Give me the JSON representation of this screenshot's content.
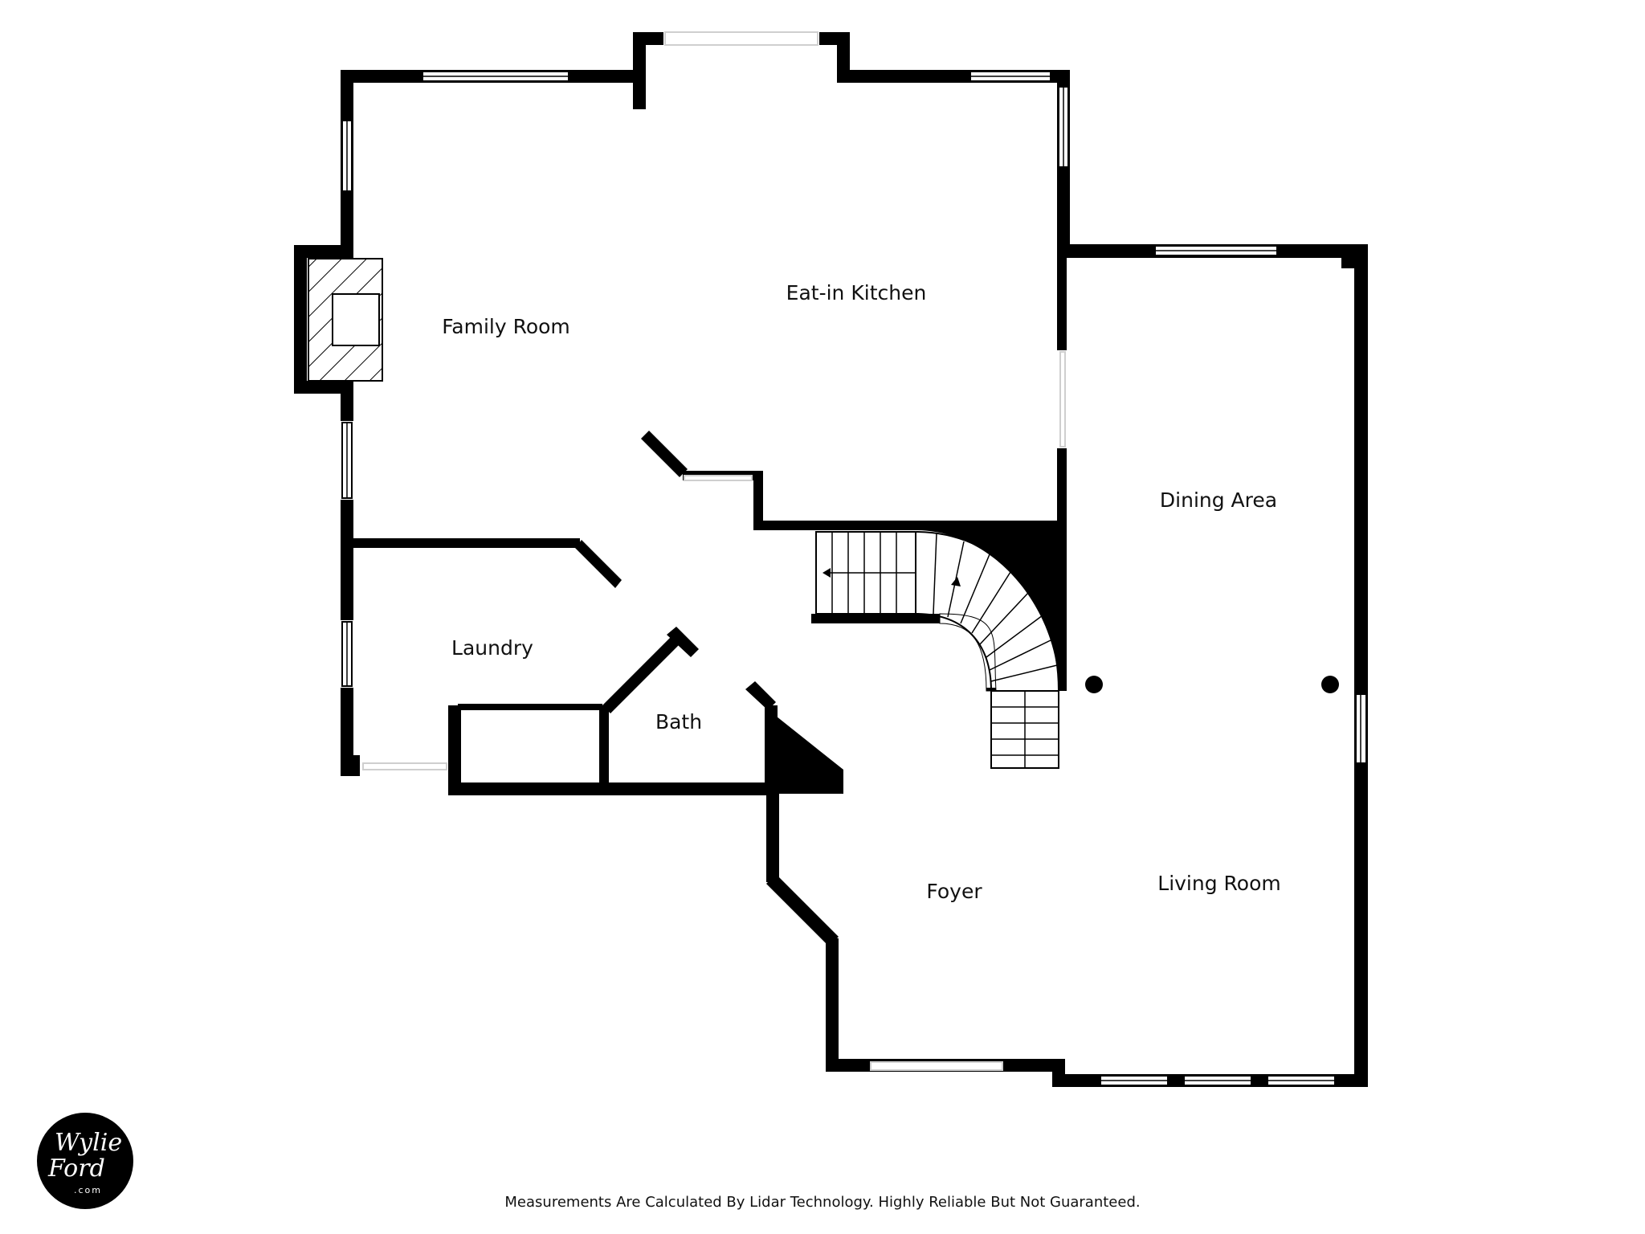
{
  "rooms": {
    "family_room": "Family Room",
    "eat_in_kitchen": "Eat-in Kitchen",
    "dining_area": "Dining Area",
    "laundry": "Laundry",
    "bath": "Bath",
    "foyer": "Foyer",
    "living_room": "Living Room"
  },
  "disclaimer": "Measurements Are Calculated By Lidar Technology. Highly Reliable But Not Guaranteed.",
  "logo": {
    "line1": "Wylie",
    "line2": "Ford",
    "line3": ".com"
  },
  "colors": {
    "wall": "#000000",
    "background": "#ffffff"
  }
}
